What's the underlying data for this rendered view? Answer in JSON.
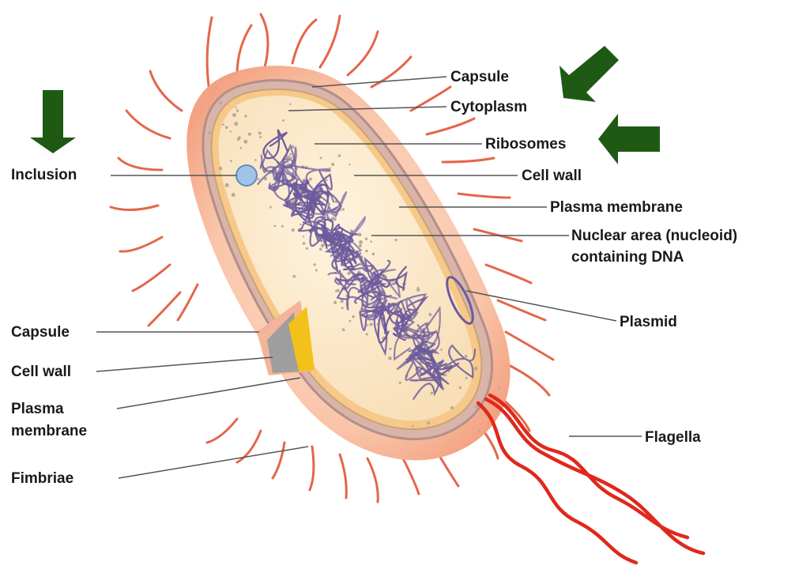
{
  "labels": {
    "capsule_top": "Capsule",
    "cytoplasm": "Cytoplasm",
    "ribosomes": "Ribosomes",
    "cell_wall_top": "Cell wall",
    "plasma_membrane_top": "Plasma membrane",
    "nuclear_area_line1": "Nuclear area (nucleoid)",
    "nuclear_area_line2": "containing DNA",
    "plasmid": "Plasmid",
    "flagella": "Flagella",
    "inclusion": "Inclusion",
    "capsule_left": "Capsule",
    "cell_wall_left": "Cell wall",
    "plasma_membrane_left_line1": "Plasma",
    "plasma_membrane_left_line2": "membrane",
    "fimbriae": "Fimbriae"
  },
  "colors": {
    "arrow": "#1e5a14",
    "capsule": "#f7b9a0",
    "cell_wall": "#c9a89e",
    "cytoplasm": "#fbe3c0",
    "dna": "#6b5a9c",
    "fimbriae": "#e56a4e",
    "flagella": "#e0281c",
    "leader": "#555555"
  },
  "arrows": [
    {
      "icon": "arrow-down-icon"
    },
    {
      "icon": "arrow-down-left-icon"
    },
    {
      "icon": "arrow-left-icon"
    }
  ]
}
